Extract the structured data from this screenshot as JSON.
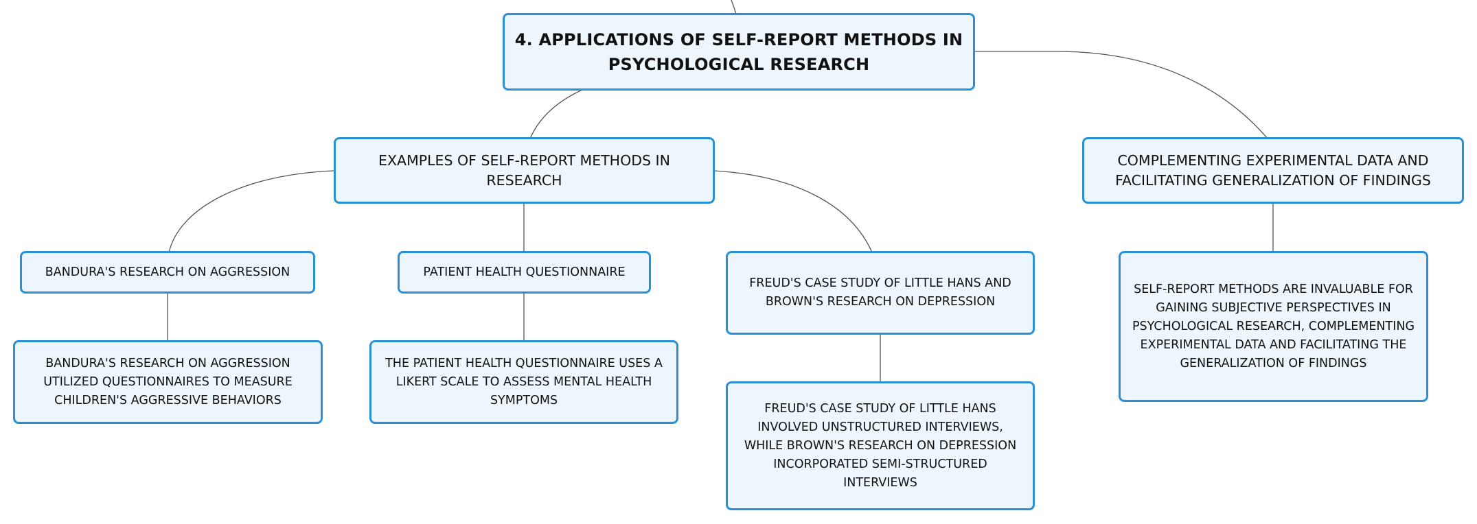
{
  "root": {
    "label": "4. APPLICATIONS OF SELF-REPORT METHODS IN PSYCHOLOGICAL RESEARCH"
  },
  "examples": {
    "label": "EXAMPLES OF SELF-REPORT METHODS IN RESEARCH",
    "children": [
      {
        "label": "BANDURA'S RESEARCH ON AGGRESSION",
        "detail": "BANDURA'S RESEARCH ON AGGRESSION UTILIZED QUESTIONNAIRES TO MEASURE CHILDREN'S AGGRESSIVE BEHAVIORS"
      },
      {
        "label": "PATIENT HEALTH QUESTIONNAIRE",
        "detail": "THE PATIENT HEALTH QUESTIONNAIRE USES A LIKERT SCALE TO ASSESS MENTAL HEALTH SYMPTOMS"
      },
      {
        "label": "FREUD'S CASE STUDY OF LITTLE HANS AND BROWN'S RESEARCH ON DEPRESSION",
        "detail": "FREUD'S CASE STUDY OF LITTLE HANS INVOLVED UNSTRUCTURED INTERVIEWS, WHILE BROWN'S RESEARCH ON DEPRESSION INCORPORATED SEMI-STRUCTURED INTERVIEWS"
      }
    ]
  },
  "complementing": {
    "label": "COMPLEMENTING EXPERIMENTAL DATA AND FACILITATING GENERALIZATION OF FINDINGS",
    "detail": "SELF-REPORT METHODS ARE INVALUABLE FOR GAINING SUBJECTIVE PERSPECTIVES IN PSYCHOLOGICAL RESEARCH, COMPLEMENTING EXPERIMENTAL DATA AND FACILITATING THE GENERALIZATION OF FINDINGS"
  },
  "colors": {
    "node_border": "#2a90d6",
    "node_fill": "#edf6fd",
    "connector": "#555555",
    "text": "#111111"
  }
}
